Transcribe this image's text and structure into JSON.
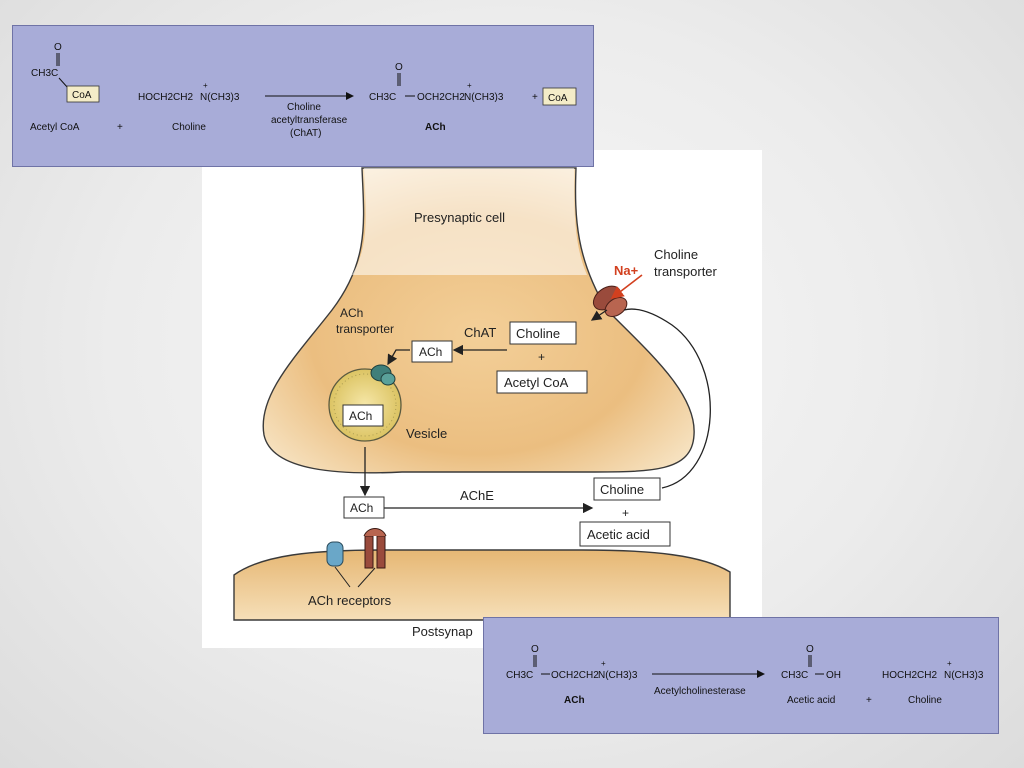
{
  "synthesis": {
    "o_label": "O",
    "acetylcoa_ch3c": "CH3C",
    "acetylcoa_coa": "CoA",
    "acetylcoa_name": "Acetyl CoA",
    "plus1": "+",
    "choline_formula_a": "HOCH2CH2",
    "choline_formula_n": "N(CH3)3",
    "choline_name": "Choline",
    "enzyme_line1": "Choline",
    "enzyme_line2": "acetyltransferase",
    "enzyme_line3": "(ChAT)",
    "ach_formula_a": "CH3C",
    "ach_formula_b": "OCH2CH2",
    "ach_formula_n": "N(CH3)3",
    "ach_name": "ACh",
    "plus2": "+",
    "coa_product": "CoA"
  },
  "diagram": {
    "presynaptic_label": "Presynaptic cell",
    "na_label": "Na+",
    "choline_transporter_line1": "Choline",
    "choline_transporter_line2": "transporter",
    "ach_transporter_line1": "ACh",
    "ach_transporter_line2": "transporter",
    "chat_label": "ChAT",
    "choline_box_inner": "Choline",
    "plus_inner": "+",
    "acetylcoa_box": "Acetyl CoA",
    "ach_box_cytosol": "ACh",
    "ach_box_vesicle": "ACh",
    "vesicle_label": "Vesicle",
    "ach_box_cleft": "ACh",
    "ache_label": "AChE",
    "choline_box_cleft": "Choline",
    "plus_cleft": "+",
    "acetic_acid_box": "Acetic acid",
    "ach_receptors_label": "ACh receptors",
    "postsynaptic_label": "Postsynap"
  },
  "hydrolysis": {
    "o_label": "O",
    "ach_formula_a": "CH3C",
    "ach_formula_b": "OCH2CH2",
    "ach_formula_n": "N(CH3)3",
    "ach_name": "ACh",
    "enzyme": "Acetylcholinesterase",
    "acetic_formula": "CH3C",
    "acetic_oh": "OH",
    "acetic_name": "Acetic acid",
    "plus": "+",
    "choline_formula_a": "HOCH2CH2",
    "choline_formula_n": "N(CH3)3",
    "choline_name": "Choline"
  },
  "colors": {
    "panel_blue": "#a8acd8",
    "cell_tan": "#e9bb7c",
    "na_red": "#d2401f"
  }
}
